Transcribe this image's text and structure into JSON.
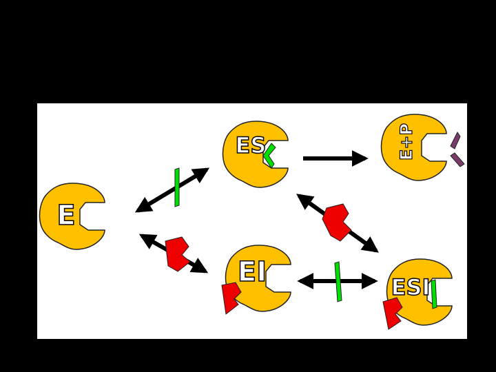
{
  "diagram": {
    "enzymes": [
      {
        "id": "E",
        "label": "E"
      },
      {
        "id": "ES",
        "label": "ES"
      },
      {
        "id": "EP",
        "label": "E+P"
      },
      {
        "id": "EI",
        "label": "EI"
      },
      {
        "id": "ESI",
        "label": "ESI"
      }
    ],
    "colors": {
      "background": "#000000",
      "panel": "#ffffff",
      "enzyme": "#FFC000",
      "substrate": "#00E000",
      "inhibitor": "#EE0000",
      "product": "#7A3A6A",
      "arrow": "#000000"
    },
    "arrows": [
      {
        "from": "E",
        "to": "ES",
        "type": "reversible",
        "carries": "substrate"
      },
      {
        "from": "E",
        "to": "EI",
        "type": "reversible",
        "carries": "inhibitor"
      },
      {
        "from": "ES",
        "to": "EP",
        "type": "irreversible"
      },
      {
        "from": "ES",
        "to": "ESI",
        "type": "reversible",
        "carries": "inhibitor"
      },
      {
        "from": "EI",
        "to": "ESI",
        "type": "reversible",
        "carries": "substrate"
      }
    ]
  }
}
